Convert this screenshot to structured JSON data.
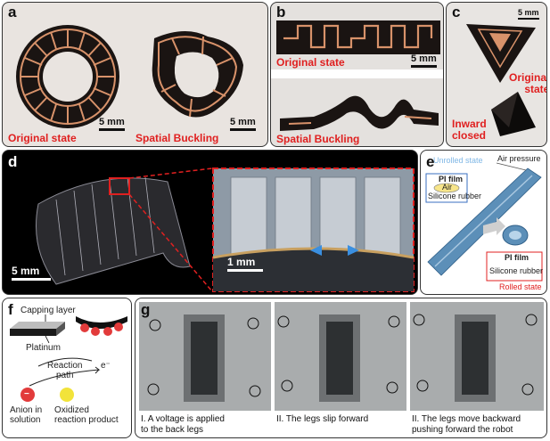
{
  "panel_a": {
    "label": "a",
    "original_state": "Original state",
    "spatial_buckling": "Spatial Buckling",
    "scale_left": "5 mm",
    "scale_right": "5 mm"
  },
  "panel_b": {
    "label": "b",
    "original_state": "Original state",
    "spatial_buckling": "Spatial Buckling",
    "scale": "5 mm"
  },
  "panel_c": {
    "label": "c",
    "scale": "5 mm",
    "original_state_line1": "Original",
    "original_state_line2": "state",
    "inward_closed_line1": "Inward",
    "inward_closed_line2": "closed"
  },
  "panel_d": {
    "label": "d",
    "scale_left": "5 mm",
    "scale_right": "1 mm"
  },
  "panel_e": {
    "label": "e",
    "unrolled_state": "Unrolled state",
    "air_pressure": "Air pressure",
    "pi_film": "PI film",
    "air": "Air",
    "silicone_rubber": "Silicone rubber",
    "pi_film_2": "PI film",
    "silicone_rubber_2": "Silicone rubber",
    "rolled_state": "Rolled state"
  },
  "panel_f": {
    "label": "f",
    "capping_layer": "Capping layer",
    "platinum": "Platinum",
    "reaction_path_line1": "Reaction",
    "reaction_path_line2": "path",
    "electron": "e⁻",
    "anion_line1": "Anion in",
    "anion_line2": "solution",
    "oxidized_line1": "Oxidized",
    "oxidized_line2": "reaction product",
    "minus_sign": "−"
  },
  "panel_g": {
    "label": "g",
    "captions": [
      {
        "line1": "I. A voltage is applied",
        "line2": "to the back legs"
      },
      {
        "line1": "II. The legs slip forward",
        "line2": ""
      },
      {
        "line1": "II. The legs move backward",
        "line2": "pushing forward the robot"
      }
    ]
  },
  "colors": {
    "label_red": "#e02020",
    "copper": "#d8926a",
    "film_dark": "#1a1412",
    "zoom_border": "#e02020",
    "arrow_blue": "#3a8fe0",
    "anion_red": "#e23b3b",
    "product_yellow": "#f2e33a",
    "light_blue": "#7fb7e6"
  }
}
